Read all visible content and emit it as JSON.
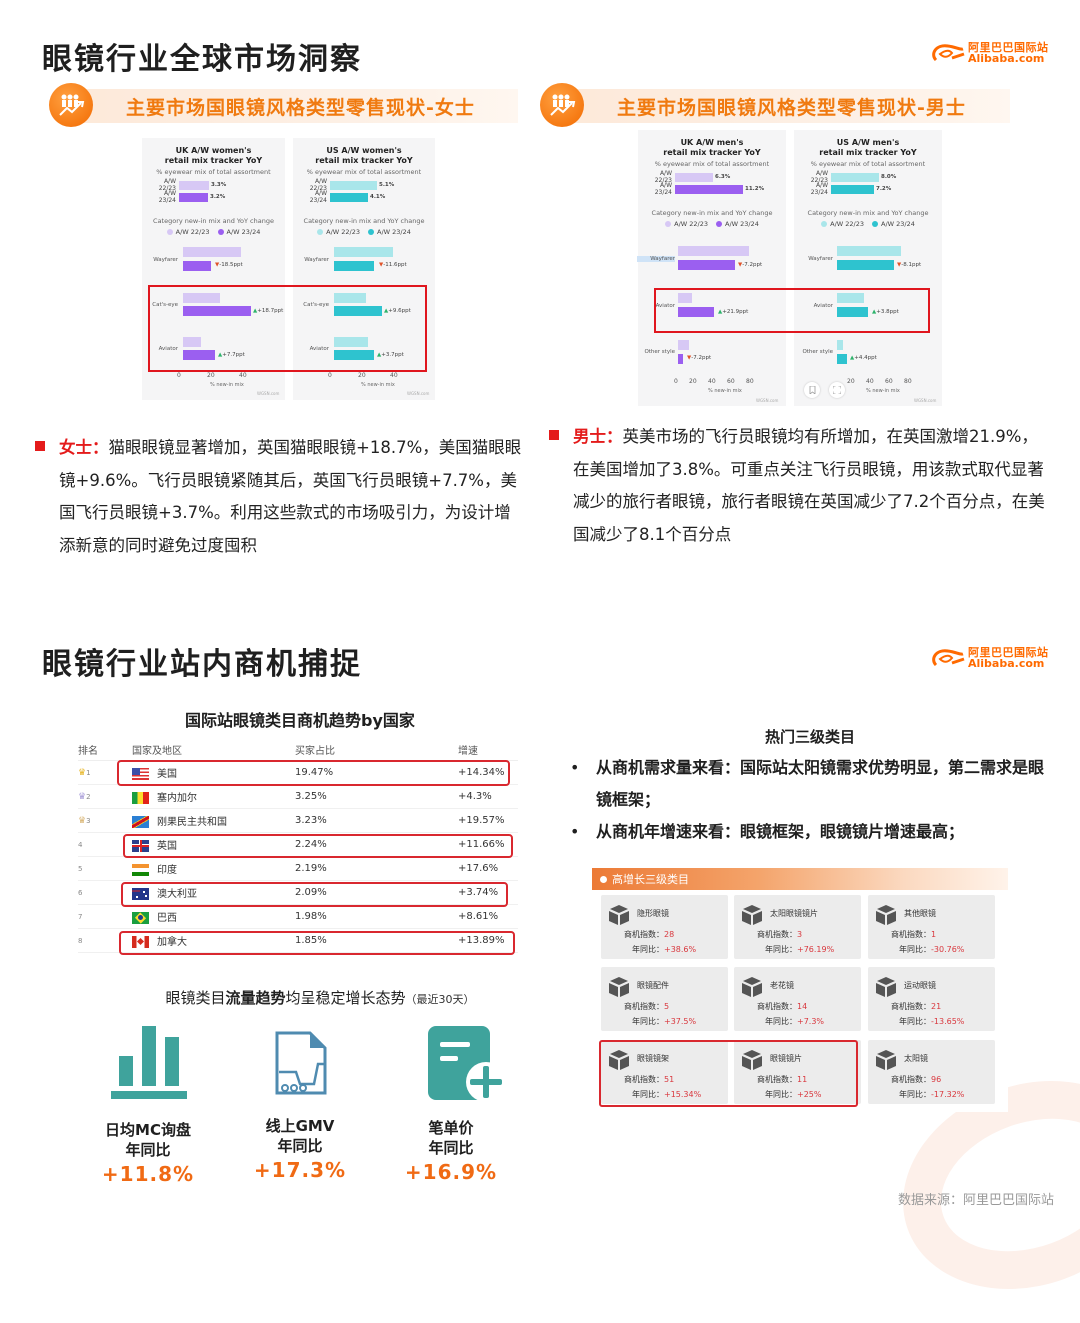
{
  "section1": {
    "title": "眼镜行业全球市场洞察",
    "logo": {
      "cn": "阿里巴巴国际站",
      "en": "Alibaba.com"
    },
    "women": {
      "banner": "主要市场国眼镜风格类型零售现状-女士",
      "charts": [
        {
          "title_line1": "UK A/W women's",
          "title_line2": "retail mix tracker YoY",
          "subtitle": "% eyewear mix of total assortment",
          "mix": [
            {
              "label": "A/W 22/23",
              "value": "3.3%"
            },
            {
              "label": "A/W 23/24",
              "value": "3.2%"
            }
          ],
          "category_title": "Category new-in mix and YoY change",
          "legend": [
            "A/W 22/23",
            "A/W 23/24"
          ],
          "categories": [
            {
              "name": "Wayfarer",
              "prev": 39,
              "curr": 20.5,
              "delta": "-18.5ppt",
              "dir": "down"
            },
            {
              "name": "Cat's-eye",
              "prev": 26,
              "curr": 44.7,
              "delta": "+18.7ppt",
              "dir": "up"
            },
            {
              "name": "Aviator",
              "prev": 14,
              "curr": 21.7,
              "delta": "+7.7ppt",
              "dir": "up"
            }
          ],
          "axis_ticks": [
            "0",
            "20",
            "40"
          ],
          "axis_label": "% new-in mix",
          "credit": "WGSN.com"
        },
        {
          "title_line1": "US A/W women's",
          "title_line2": "retail mix tracker YoY",
          "subtitle": "% eyewear mix of total assortment",
          "mix": [
            {
              "label": "A/W 22/23",
              "value": "5.1%"
            },
            {
              "label": "A/W 23/24",
              "value": "4.1%"
            }
          ],
          "category_title": "Category new-in mix and YoY change",
          "legend": [
            "A/W 22/23",
            "A/W 23/24"
          ],
          "categories": [
            {
              "name": "Wayfarer",
              "prev": 39.6,
              "curr": 28,
              "delta": "-11.6ppt",
              "dir": "down"
            },
            {
              "name": "Cat's-eye",
              "prev": 21,
              "curr": 30.6,
              "delta": "+9.6ppt",
              "dir": "up"
            },
            {
              "name": "Aviator",
              "prev": 24.3,
              "curr": 28,
              "delta": "+3.7ppt",
              "dir": "up"
            }
          ],
          "axis_ticks": [
            "0",
            "20",
            "40"
          ],
          "axis_label": "% new-in mix",
          "credit": "WGSN.com"
        }
      ],
      "summary_lead": "女士：",
      "summary_text": "猫眼眼镜显著增加，英国猫眼眼镜+18.7%，美国猫眼眼镜+9.6%。飞行员眼镜紧随其后，英国飞行员眼镜+7.7%，美国飞行员眼镜+3.7%。利用这些款式的市场吸引力，为设计增添新意的同时避免过度囤积"
    },
    "men": {
      "banner": "主要市场国眼镜风格类型零售现状-男士",
      "charts": [
        {
          "title_line1": "UK A/W men's",
          "title_line2": "retail mix tracker YoY",
          "subtitle": "% eyewear mix of total assortment",
          "mix": [
            {
              "label": "A/W 22/23",
              "value": "6.3%"
            },
            {
              "label": "A/W 23/24",
              "value": "11.2%"
            }
          ],
          "category_title": "Category new-in mix and YoY change",
          "legend": [
            "A/W 22/23",
            "A/W 23/24"
          ],
          "categories": [
            {
              "name": "Wayfarer",
              "prev": 80,
              "curr": 72.8,
              "delta": "-7.2ppt",
              "dir": "down"
            },
            {
              "name": "Aviator",
              "prev": 17,
              "curr": 38.9,
              "delta": "+21.9ppt",
              "dir": "up"
            },
            {
              "name": "Other style",
              "prev": 13.5,
              "curr": 6.3,
              "delta": "-7.2ppt",
              "dir": "down"
            }
          ],
          "axis_ticks": [
            "0",
            "20",
            "40",
            "60",
            "80"
          ],
          "axis_label": "% new-in mix",
          "credit": "WGSN.com"
        },
        {
          "title_line1": "US A/W men's",
          "title_line2": "retail mix tracker YoY",
          "subtitle": "% eyewear mix of total assortment",
          "mix": [
            {
              "label": "A/W 22/23",
              "value": "8.0%"
            },
            {
              "label": "A/W 23/24",
              "value": "7.2%"
            }
          ],
          "category_title": "Category new-in mix and YoY change",
          "legend": [
            "A/W 22/23",
            "A/W 23/24"
          ],
          "categories": [
            {
              "name": "Wayfarer",
              "prev": 73,
              "curr": 64.9,
              "delta": "-8.1ppt",
              "dir": "down"
            },
            {
              "name": "Aviator",
              "prev": 31,
              "curr": 34.8,
              "delta": "+3.8ppt",
              "dir": "up"
            },
            {
              "name": "Other style",
              "prev": 7.5,
              "curr": 11.9,
              "delta": "+4.4ppt",
              "dir": "up"
            }
          ],
          "axis_ticks": [
            "0",
            "20",
            "40",
            "60",
            "80"
          ],
          "axis_label": "% new-in mix",
          "credit": "WGSN.com"
        }
      ],
      "summary_lead": "男士：",
      "summary_text": "英美市场的飞行员眼镜均有所增加，在英国激增21.9%，在美国增加了3.8%。可重点关注飞行员眼镜，用该款式取代显著减少的旅行者眼镜，旅行者眼镜在英国减少了7.2个百分点，在美国减少了8.1个百分点"
    }
  },
  "section2": {
    "title": "眼镜行业站内商机捕捉",
    "logo": {
      "cn": "阿里巴巴国际站",
      "en": "Alibaba.com"
    },
    "country_table": {
      "title": "国际站眼镜类目商机趋势by国家",
      "headers": [
        "排名",
        "国家及地区",
        "买家占比",
        "增速"
      ],
      "rows": [
        {
          "rank": "1",
          "country": "美国",
          "share": "19.47%",
          "growth": "+14.34%",
          "highlight": true
        },
        {
          "rank": "2",
          "country": "塞内加尔",
          "share": "3.25%",
          "growth": "+4.3%",
          "highlight": false
        },
        {
          "rank": "3",
          "country": "刚果民主共和国",
          "share": "3.23%",
          "growth": "+19.57%",
          "highlight": false
        },
        {
          "rank": "4",
          "country": "英国",
          "share": "2.24%",
          "growth": "+11.66%",
          "highlight": true
        },
        {
          "rank": "5",
          "country": "印度",
          "share": "2.19%",
          "growth": "+17.6%",
          "highlight": false
        },
        {
          "rank": "6",
          "country": "澳大利亚",
          "share": "2.09%",
          "growth": "+3.74%",
          "highlight": true
        },
        {
          "rank": "7",
          "country": "巴西",
          "share": "1.98%",
          "growth": "+8.61%",
          "highlight": false
        },
        {
          "rank": "8",
          "country": "加拿大",
          "share": "1.85%",
          "growth": "+13.89%",
          "highlight": true
        }
      ]
    },
    "traffic": {
      "title_a": "眼镜类目",
      "title_b": "流量趋势",
      "title_c": "均呈稳定增长态势",
      "title_note": "（最近30天）",
      "metrics": [
        {
          "line1": "日均MC询盘",
          "line2": "年同比",
          "value": "+11.8%"
        },
        {
          "line1": "线上GMV",
          "line2": "年同比",
          "value": "+17.3%"
        },
        {
          "line1": "笔单价",
          "line2": "年同比",
          "value": "+16.9%"
        }
      ]
    },
    "hot": {
      "title": "热门三级类目",
      "bullets": [
        "从商机需求量来看：国际站太阳镜需求优势明显，第二需求是眼镜框架；",
        "从商机年增速来看：眼镜框架，眼镜镜片增速最高；"
      ],
      "panel_title": "高增长三级类目",
      "index_label": "商机指数：",
      "yoy_label": "年同比：",
      "cards": [
        {
          "name": "隐形眼镜",
          "index": "28",
          "yoy": "+38.6%"
        },
        {
          "name": "太阳眼镜镜片",
          "index": "3",
          "yoy": "+76.19%"
        },
        {
          "name": "其他眼镜",
          "index": "1",
          "yoy": "-30.76%"
        },
        {
          "name": "眼镜配件",
          "index": "5",
          "yoy": "+37.5%"
        },
        {
          "name": "老花镜",
          "index": "14",
          "yoy": "+7.3%"
        },
        {
          "name": "运动眼镜",
          "index": "21",
          "yoy": "-13.65%"
        },
        {
          "name": "眼镜镜架",
          "index": "51",
          "yoy": "+15.34%"
        },
        {
          "name": "眼镜镜片",
          "index": "11",
          "yoy": "+25%"
        },
        {
          "name": "太阳镜",
          "index": "96",
          "yoy": "-17.32%"
        }
      ]
    },
    "source": "数据来源：阿里巴巴国际站"
  },
  "colors": {
    "brand_orange": "#ff6a00",
    "banner_text": "#f07a10",
    "highlight_red": "#e0161e",
    "uk_prev": "#d7c8f5",
    "uk_curr": "#9b5ff0",
    "us_prev": "#a9e6ea",
    "us_curr": "#2ec3cf",
    "teal_icon": "#3fa39c",
    "value_orange": "#f06a14"
  },
  "chart_data": [
    {
      "type": "bar",
      "title": "UK A/W women's retail mix tracker YoY",
      "categories": [
        "Wayfarer",
        "Cat's-eye",
        "Aviator"
      ],
      "series": [
        {
          "name": "A/W 22/23",
          "values": [
            39,
            26,
            14
          ]
        },
        {
          "name": "A/W 23/24",
          "values": [
            20.5,
            44.7,
            21.7
          ]
        }
      ],
      "annotations": [
        "-18.5ppt",
        "+18.7ppt",
        "+7.7ppt"
      ],
      "eyewear_mix": {
        "A/W 22/23": 3.3,
        "A/W 23/24": 3.2
      },
      "xlabel": "% new-in mix",
      "xlim": [
        0,
        40
      ]
    },
    {
      "type": "bar",
      "title": "US A/W women's retail mix tracker YoY",
      "categories": [
        "Wayfarer",
        "Cat's-eye",
        "Aviator"
      ],
      "series": [
        {
          "name": "A/W 22/23",
          "values": [
            39.6,
            21,
            24.3
          ]
        },
        {
          "name": "A/W 23/24",
          "values": [
            28,
            30.6,
            28
          ]
        }
      ],
      "annotations": [
        "-11.6ppt",
        "+9.6ppt",
        "+3.7ppt"
      ],
      "eyewear_mix": {
        "A/W 22/23": 5.1,
        "A/W 23/24": 4.1
      },
      "xlabel": "% new-in mix",
      "xlim": [
        0,
        40
      ]
    },
    {
      "type": "bar",
      "title": "UK A/W men's retail mix tracker YoY",
      "categories": [
        "Wayfarer",
        "Aviator",
        "Other style"
      ],
      "series": [
        {
          "name": "A/W 22/23",
          "values": [
            80,
            17,
            13.5
          ]
        },
        {
          "name": "A/W 23/24",
          "values": [
            72.8,
            38.9,
            6.3
          ]
        }
      ],
      "annotations": [
        "-7.2ppt",
        "+21.9ppt",
        "-7.2ppt"
      ],
      "eyewear_mix": {
        "A/W 22/23": 6.3,
        "A/W 23/24": 11.2
      },
      "xlabel": "% new-in mix",
      "xlim": [
        0,
        80
      ]
    },
    {
      "type": "bar",
      "title": "US A/W men's retail mix tracker YoY",
      "categories": [
        "Wayfarer",
        "Aviator",
        "Other style"
      ],
      "series": [
        {
          "name": "A/W 22/23",
          "values": [
            73,
            31,
            7.5
          ]
        },
        {
          "name": "A/W 23/24",
          "values": [
            64.9,
            34.8,
            11.9
          ]
        }
      ],
      "annotations": [
        "-8.1ppt",
        "+3.8ppt",
        "+4.4ppt"
      ],
      "eyewear_mix": {
        "A/W 22/23": 8.0,
        "A/W 23/24": 7.2
      },
      "xlabel": "% new-in mix",
      "xlim": [
        0,
        80
      ]
    }
  ]
}
